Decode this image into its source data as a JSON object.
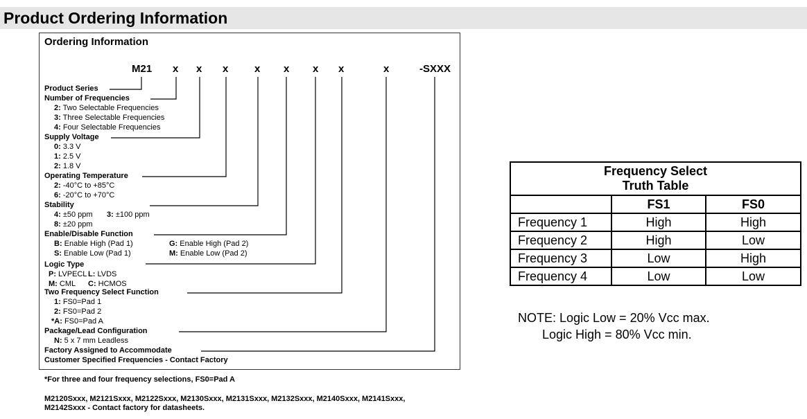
{
  "header": {
    "title": "Product Ordering Information"
  },
  "ordering": {
    "title": "Ordering Information",
    "code": [
      "M21",
      "x",
      "x",
      "x",
      "x",
      "x",
      "x",
      "x",
      "x",
      "-SXXX"
    ],
    "sections": {
      "product_series": "Product Series",
      "num_freq": "Number of Frequencies",
      "num_freq_items": [
        {
          "k": "2:",
          "v": " Two Selectable Frequencies"
        },
        {
          "k": "3:",
          "v": " Three Selectable Frequencies"
        },
        {
          "k": "4:",
          "v": " Four Selectable Frequencies"
        }
      ],
      "supply": "Supply Voltage",
      "supply_items": [
        {
          "k": "0:",
          "v": " 3.3 V"
        },
        {
          "k": "1:",
          "v": " 2.5 V"
        },
        {
          "k": "2:",
          "v": " 1.8 V"
        }
      ],
      "temp": "Operating Temperature",
      "temp_items": [
        {
          "k": "2:",
          "v": " -40°C to +85°C"
        },
        {
          "k": "6:",
          "v": " -20°C to +70°C"
        }
      ],
      "stability": "Stability",
      "stab_a_k": "4:",
      "stab_a_v": " ±50 ppm",
      "stab_b_k": "3:",
      "stab_b_v": " ±100 ppm",
      "stab_c_k": "8:",
      "stab_c_v": " ±20 ppm",
      "enable": "Enable/Disable Function",
      "en_b_k": "B:",
      "en_b_v": " Enable High (Pad 1)",
      "en_g_k": "G:",
      "en_g_v": " Enable High (Pad 2)",
      "en_s_k": "S:",
      "en_s_v": " Enable Low (Pad 1)",
      "en_m_k": "M:",
      "en_m_v": " Enable Low (Pad 2)",
      "logic": "Logic Type",
      "lg_p_k": "P:",
      "lg_p_v": " LVPECL",
      "lg_l_k": "L:",
      "lg_l_v": " LVDS",
      "lg_m_k": "M:",
      "lg_m_v": " CML",
      "lg_c_k": "C:",
      "lg_c_v": " HCMOS",
      "twofreq": "Two Frequency Select Function",
      "twofreq_items": [
        {
          "k": "1:",
          "v": " FS0=Pad 1"
        },
        {
          "k": "2:",
          "v": " FS0=Pad 2"
        },
        {
          "k": "*A:",
          "v": " FS0=Pad A"
        }
      ],
      "package": "Package/Lead Configuration",
      "pkg_k": "N:",
      "pkg_v": " 5 x 7 mm Leadless",
      "factory": "Factory Assigned to Accommodate",
      "customer": "Customer Specified Frequencies - Contact Factory"
    }
  },
  "footnotes": {
    "note1": "*For three and four frequency selections, FS0=Pad A",
    "note2a": "M2120Sxxx, M2121Sxxx, M2122Sxxx, M2130Sxxx, M2131Sxxx, M2132Sxxx, M2140Sxxx, M2141Sxxx,",
    "note2b": "M2142Sxxx - Contact factory for datasheets."
  },
  "truth_table": {
    "title1": "Frequency Select",
    "title2": "Truth Table",
    "headers": [
      "",
      "FS1",
      "FS0"
    ],
    "rows": [
      [
        "Frequency 1",
        "High",
        "High"
      ],
      [
        "Frequency 2",
        "High",
        "Low"
      ],
      [
        "Frequency 3",
        "Low",
        "High"
      ],
      [
        "Frequency 4",
        "Low",
        "Low"
      ]
    ]
  },
  "note": {
    "line1": "NOTE: Logic Low = 20% Vcc max.",
    "line2": "       Logic High = 80% Vcc min."
  }
}
